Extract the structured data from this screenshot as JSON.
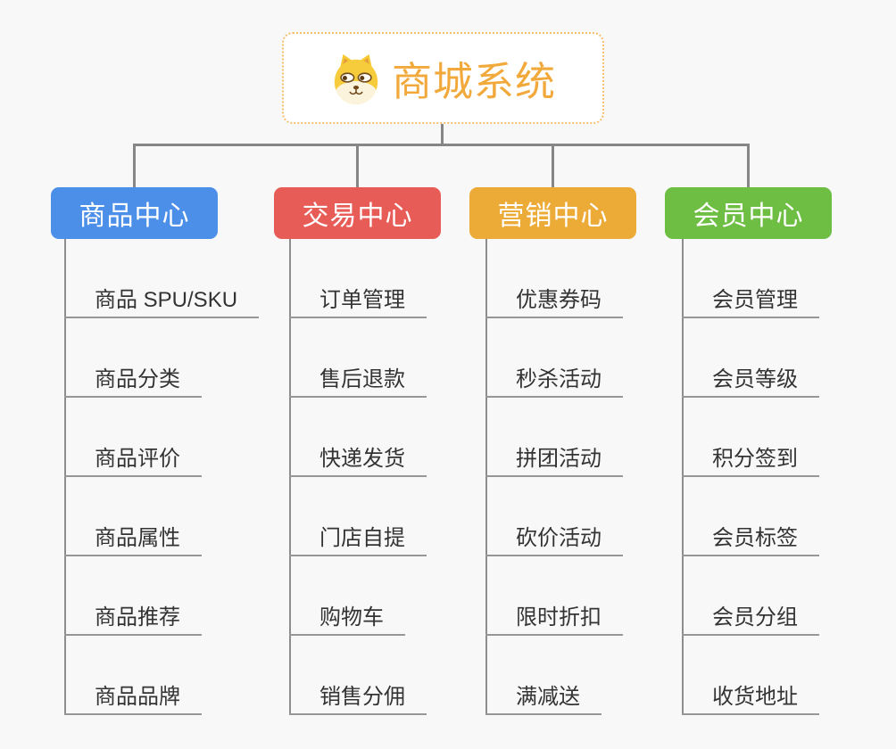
{
  "root": {
    "title": "商城系统",
    "icon": "dog-face-icon"
  },
  "branches": [
    {
      "label": "商品中心",
      "color": "#4b8fe8",
      "children": [
        "商品 SPU/SKU",
        "商品分类",
        "商品评价",
        "商品属性",
        "商品推荐",
        "商品品牌"
      ]
    },
    {
      "label": "交易中心",
      "color": "#e75c57",
      "children": [
        "订单管理",
        "售后退款",
        "快递发货",
        "门店自提",
        "购物车",
        "销售分佣"
      ]
    },
    {
      "label": "营销中心",
      "color": "#ecab37",
      "children": [
        "优惠券码",
        "秒杀活动",
        "拼团活动",
        "砍价活动",
        "限时折扣",
        "满减送"
      ]
    },
    {
      "label": "会员中心",
      "color": "#6dbe42",
      "children": [
        "会员管理",
        "会员等级",
        "积分签到",
        "会员标签",
        "会员分组",
        "收货地址"
      ]
    }
  ],
  "colors": {
    "background": "#f8f8f8",
    "root_border": "#f6bd6b",
    "root_title": "#f2a93c",
    "connector": "#868686",
    "leaf_underline": "#979797",
    "leaf_text": "#333333",
    "branch_text": "#ffffff"
  }
}
